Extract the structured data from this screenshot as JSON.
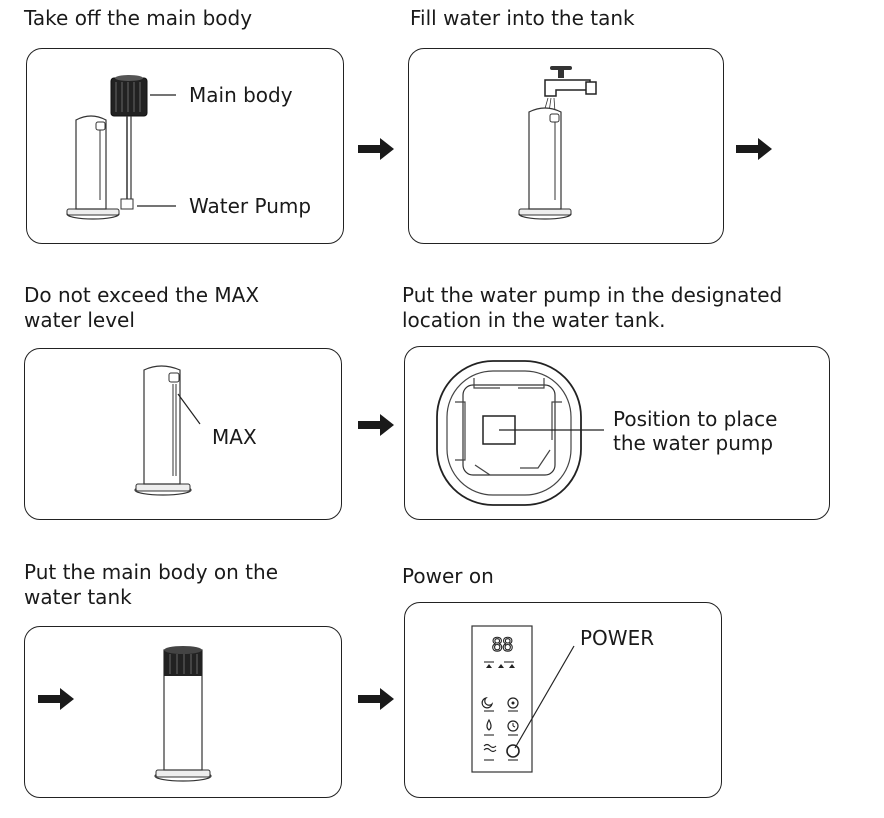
{
  "steps": [
    {
      "caption": "Take off the main body",
      "labels": [
        "Main body",
        "Water Pump"
      ]
    },
    {
      "caption": "Fill water into the tank",
      "labels": []
    },
    {
      "caption_lines": [
        "Do not exceed the MAX",
        "water level"
      ],
      "labels": [
        "MAX"
      ]
    },
    {
      "caption_lines": [
        "Put the water pump in the designated",
        "location in the water tank."
      ],
      "labels": [
        "Position to place",
        "the water pump"
      ]
    },
    {
      "caption_lines": [
        "Put the main body on the",
        "water tank"
      ],
      "labels": []
    },
    {
      "caption": "Power on",
      "labels": [
        "POWER"
      ]
    }
  ],
  "panel_display": "88",
  "icons": [
    "right-arrow-icon"
  ]
}
